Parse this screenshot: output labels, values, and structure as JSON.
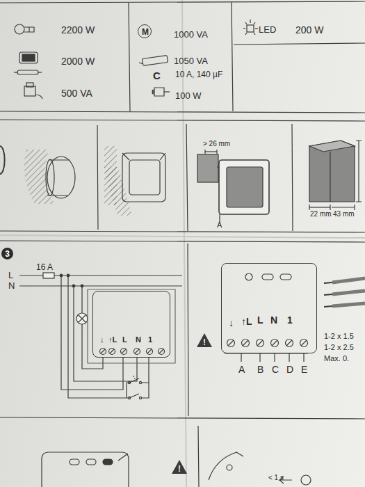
{
  "diagram": {
    "nodes": [
      {
        "text": [
          "M"
        ]
      },
      {
        "text": [
          "3"
        ]
      },
      {
        "text": [
          "↓",
          "↑L",
          "L",
          "N",
          "1"
        ]
      },
      {
        "text": [
          "!"
        ]
      },
      {
        "text": [
          "↓",
          "↑L",
          "L",
          "N",
          "1"
        ]
      },
      {
        "text": [
          "!"
        ]
      }
    ],
    "labels": [
      "2200 W",
      "2000 W",
      "500 VA",
      "1000 VA",
      "1050 VA",
      "C",
      "10 A, 140 µF",
      "100 W",
      "LED",
      "200 W",
      "> 26 mm",
      "A",
      "22 mm",
      "43 mm",
      "L",
      "16 A",
      "N",
      "A",
      "B",
      "C",
      "D",
      "E",
      "1-2 x 1.5",
      "1-2 x 2.5",
      "Max. 0.",
      "< 1 s"
    ]
  }
}
